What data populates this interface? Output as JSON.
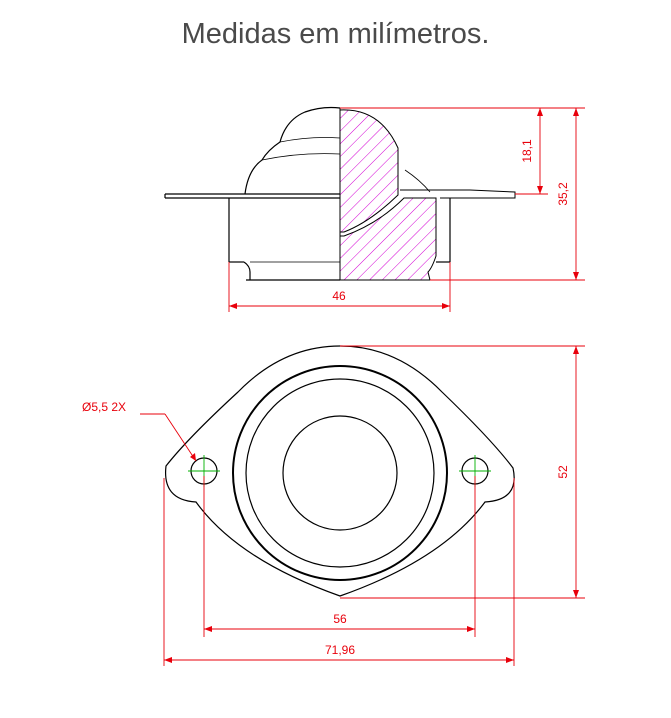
{
  "title": "Medidas em milímetros.",
  "colors": {
    "outline": "#000000",
    "dimension": "#e8000b",
    "hatch": "#d400d4",
    "center_mark": "#00b000",
    "title": "#4a4a4a"
  },
  "side_view": {
    "dim_width": "46",
    "dim_cap_height": "18,1",
    "dim_total_height": "35,2"
  },
  "top_view": {
    "dim_hole_spacing": "56",
    "dim_overall_width": "71,96",
    "dim_height": "52",
    "hole_label": "Ø5,5 2X"
  }
}
